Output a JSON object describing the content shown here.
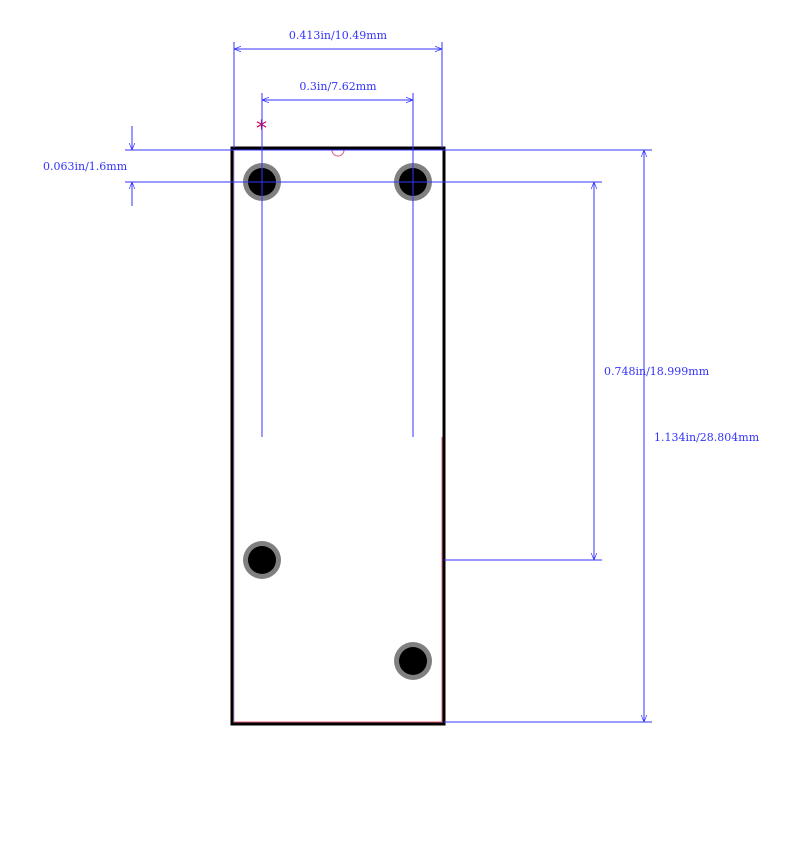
{
  "dimensions": {
    "overall_width": "0.413in/10.49mm",
    "pin_pitch": "0.3in/7.62mm",
    "top_offset": "0.063in/1.6mm",
    "pin_row_distance": "0.748in/18.999mm",
    "overall_height": "1.134in/28.804mm"
  },
  "markers": {
    "pin1_marker": "*"
  },
  "colors": {
    "dimension": "#3333ff",
    "outline": "#000000",
    "courtyard": "#e0607a",
    "pad_ring": "#808080",
    "pad": "#000000"
  }
}
